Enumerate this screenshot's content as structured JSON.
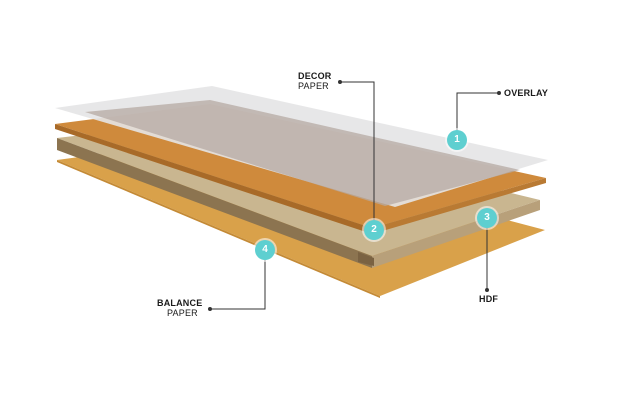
{
  "colors": {
    "badge": "#5ecfd0",
    "overlay": "#e4e4e6",
    "decor_wood": "#cf8a3c",
    "decor_top": "#b5aaa3",
    "hdf": "#a98f66",
    "hdf_light": "#c9b690",
    "balance": "#d9a14a",
    "leader": "#333333"
  },
  "layers": [
    {
      "number": "1",
      "label_bold": "OVERLAY",
      "label_thin": ""
    },
    {
      "number": "2",
      "label_bold": "DECOR",
      "label_thin": "PAPER"
    },
    {
      "number": "3",
      "label_bold": "HDF",
      "label_thin": ""
    },
    {
      "number": "4",
      "label_bold": "BALANCE",
      "label_thin": "PAPER"
    }
  ]
}
